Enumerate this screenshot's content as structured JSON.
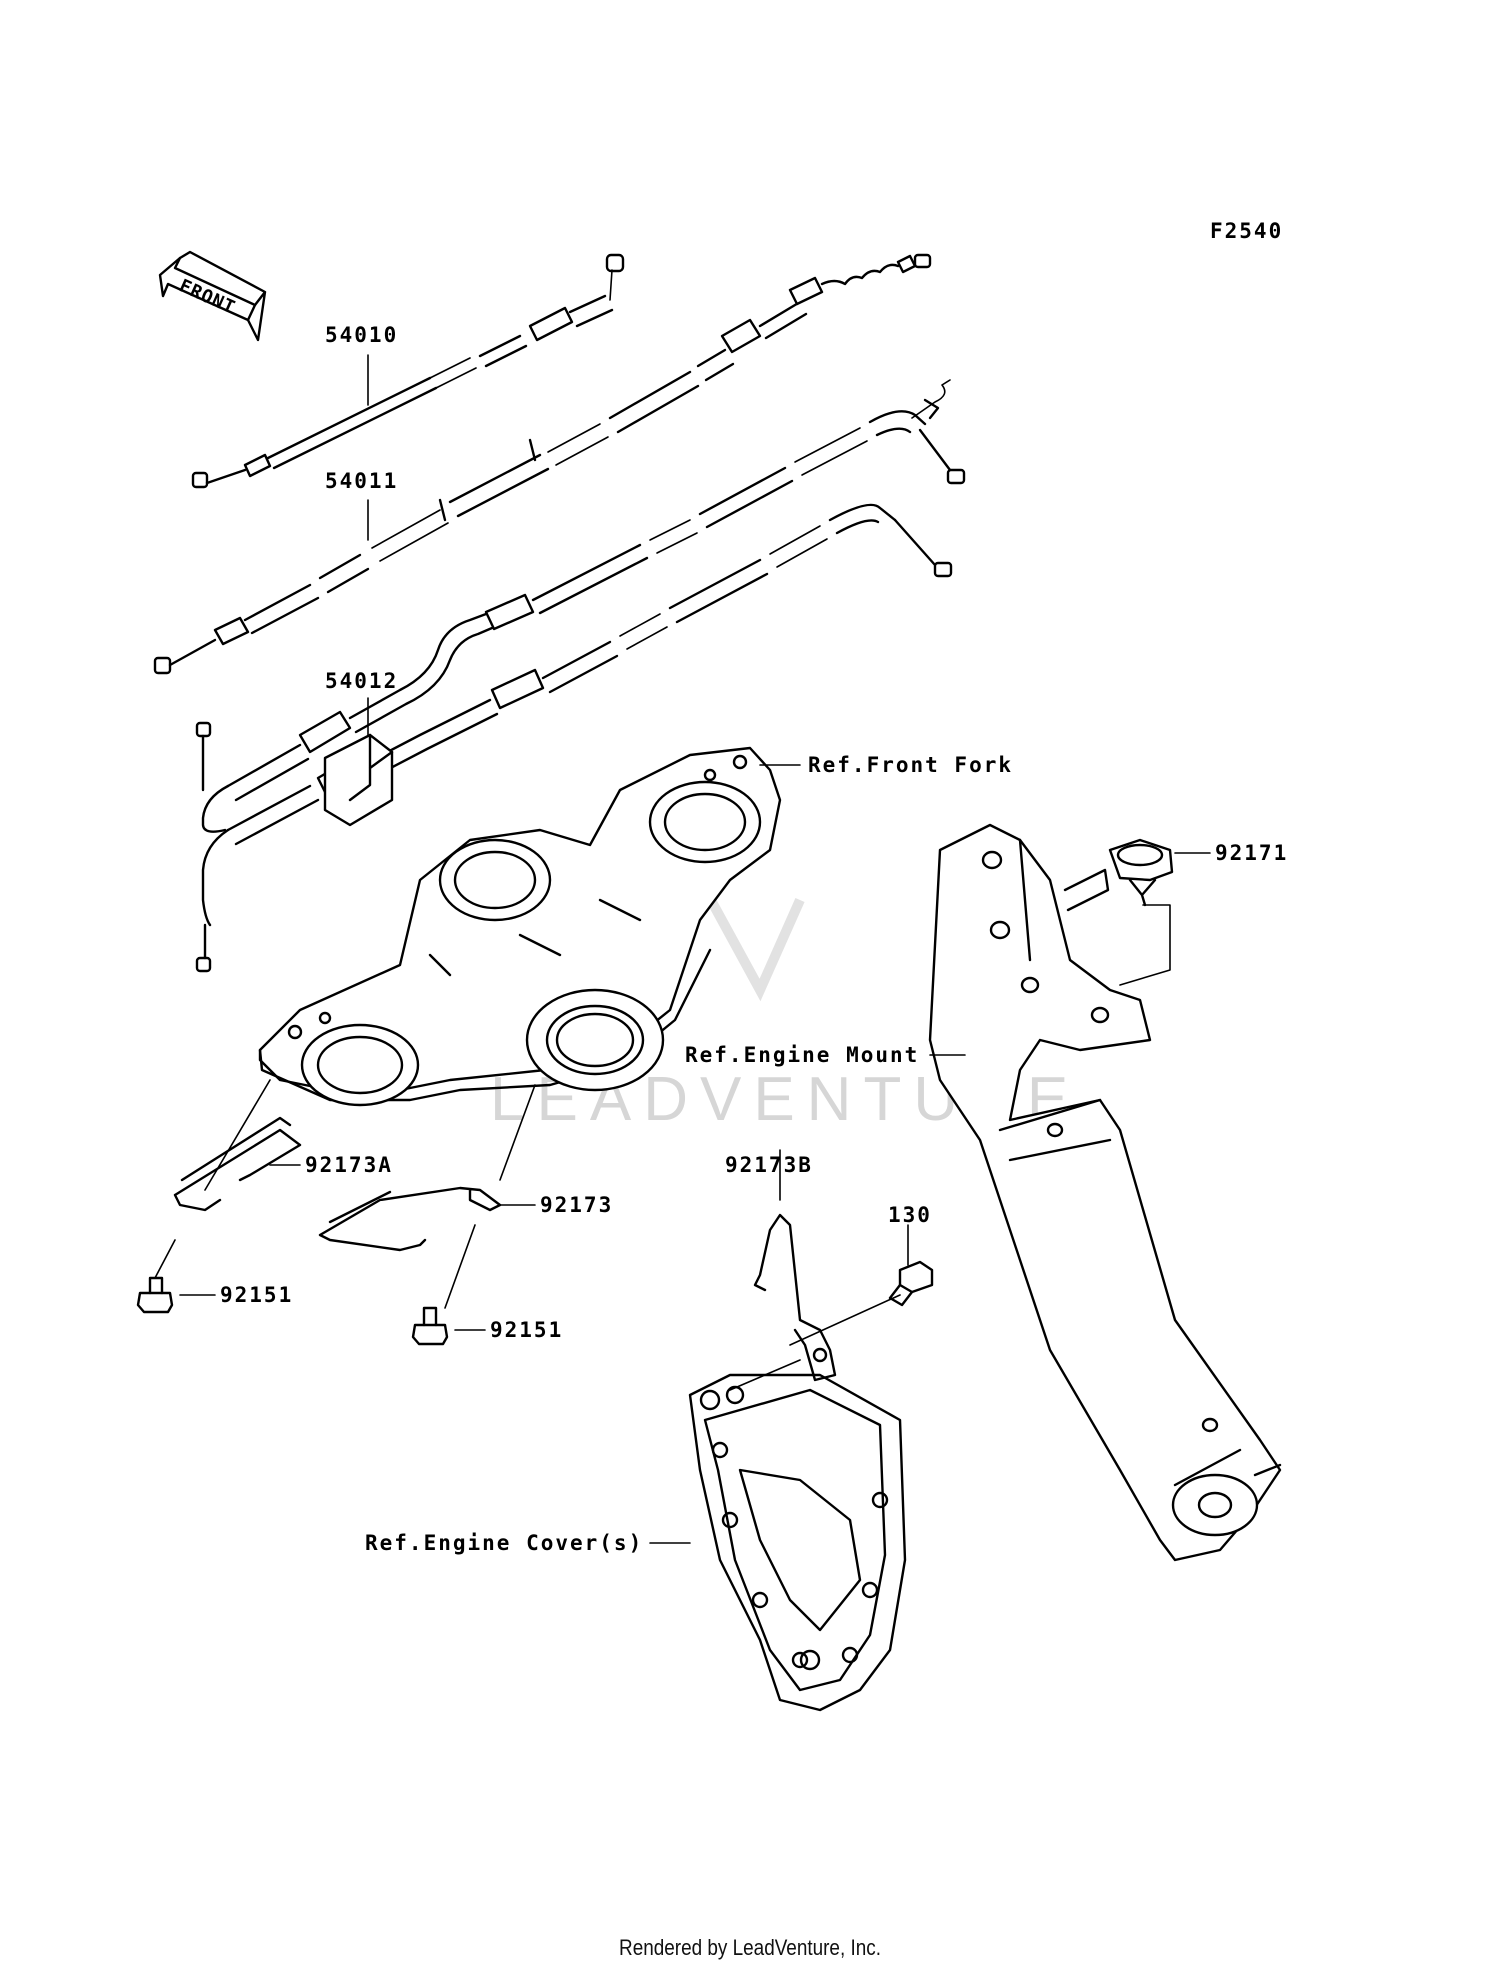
{
  "diagram": {
    "code": "F2540",
    "front_arrow_label": "FRONT",
    "watermark": "LEADVENTURE",
    "callouts": [
      {
        "id": "p54010",
        "text": "54010"
      },
      {
        "id": "p54011",
        "text": "54011"
      },
      {
        "id": "p54012",
        "text": "54012"
      },
      {
        "id": "ref_front_fork",
        "text": "Ref.Front Fork"
      },
      {
        "id": "p92171",
        "text": "92171"
      },
      {
        "id": "ref_engine_mount",
        "text": "Ref.Engine Mount"
      },
      {
        "id": "p92173A",
        "text": "92173A"
      },
      {
        "id": "p92173",
        "text": "92173"
      },
      {
        "id": "p92151a",
        "text": "92151"
      },
      {
        "id": "p92151b",
        "text": "92151"
      },
      {
        "id": "p92173B",
        "text": "92173B"
      },
      {
        "id": "p130",
        "text": "130"
      },
      {
        "id": "ref_engine_cover",
        "text": "Ref.Engine Cover(s)"
      }
    ]
  },
  "footer": {
    "text": "Rendered by LeadVenture, Inc."
  }
}
